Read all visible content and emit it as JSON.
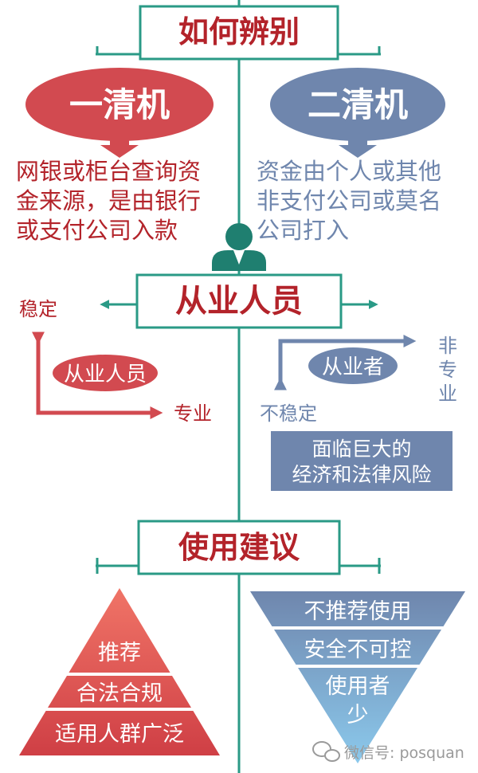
{
  "colors": {
    "teal": "#2a9a86",
    "red": "#d24a50",
    "blue_gray": "#6f86ad",
    "light_blue": "#6fa3d6",
    "dark_red_text": "#b3232a"
  },
  "identify": {
    "title": "如何辨别",
    "first_machine": {
      "label": "一清机",
      "desc_lines": [
        "网银或柜台查询资",
        "金来源，是由银行",
        "或支付公司入款"
      ]
    },
    "second_machine": {
      "label": "二清机",
      "desc_lines": [
        "资金由个人或其他",
        "非支付公司或莫名",
        "公司打入"
      ]
    }
  },
  "practitioners": {
    "title": "从业人员",
    "left_chart": {
      "y_axis": "稳定",
      "x_axis": "专业",
      "badge": "从业人员"
    },
    "right_chart": {
      "x_axis_lines": [
        "非",
        "专",
        "业"
      ],
      "y_axis": "不稳定",
      "badge": "从业者"
    },
    "risk_box_lines": [
      "面临巨大的",
      "经济和法律风险"
    ]
  },
  "advice": {
    "title": "使用建议",
    "pyramid_up": [
      "推荐",
      "合法合规",
      "适用人群广泛"
    ],
    "pyramid_down": [
      "不推荐使用",
      "安全不可控",
      "使用者",
      "少"
    ]
  },
  "watermark": "微信号: posquan"
}
